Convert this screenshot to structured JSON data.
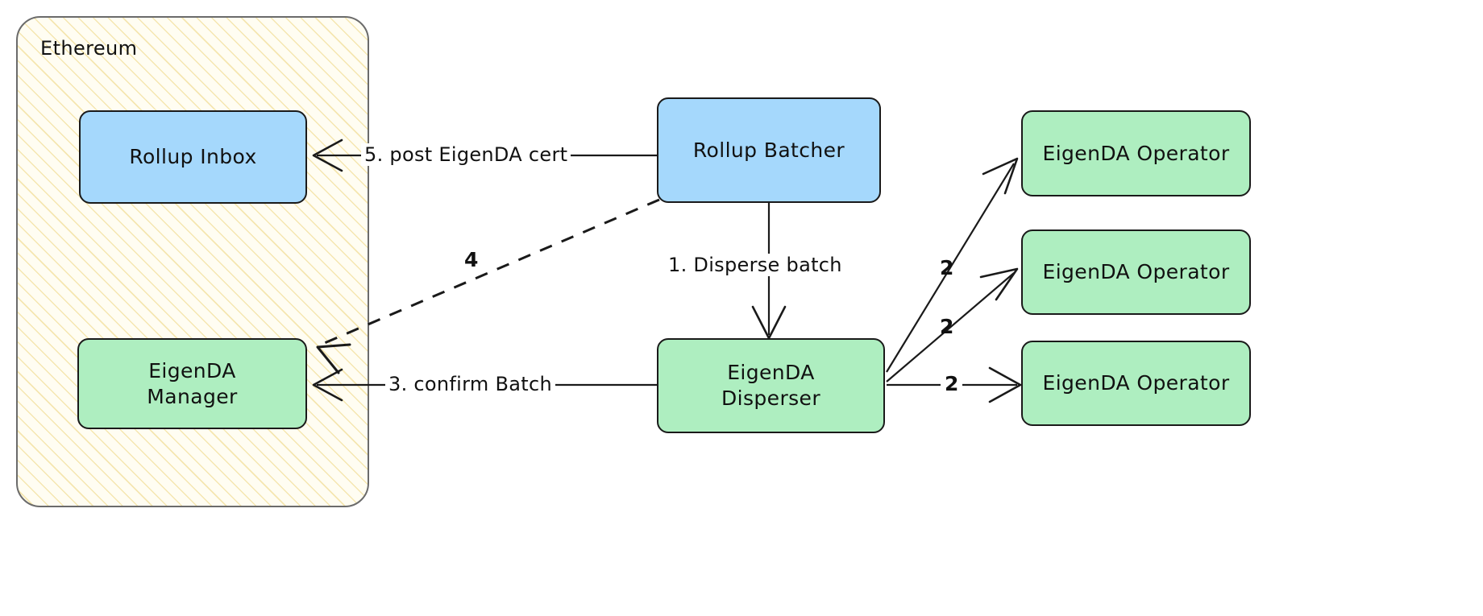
{
  "diagram": {
    "title_group": "Ethereum",
    "nodes": {
      "rollup_inbox": "Rollup Inbox",
      "eigenda_manager": "EigenDA\nManager",
      "rollup_batcher": "Rollup Batcher",
      "eigenda_disperser": "EigenDA\nDisperser",
      "operator_1": "EigenDA Operator",
      "operator_2": "EigenDA Operator",
      "operator_3": "EigenDA Operator"
    },
    "edges": {
      "disperse_batch": "1. Disperse batch",
      "store_op_1": "2",
      "store_op_2": "2",
      "store_op_3": "2",
      "confirm_batch": "3. confirm Batch",
      "get_cert": "4",
      "post_cert": "5. post EigenDA cert"
    },
    "colors": {
      "blue_fill": "#a5d8fc",
      "green_fill": "#aeeec0",
      "group_fill": "#fffdf2",
      "group_hatch": "#f5e6b0",
      "stroke": "#1a1a1a",
      "group_stroke": "#6b6b6b"
    }
  }
}
